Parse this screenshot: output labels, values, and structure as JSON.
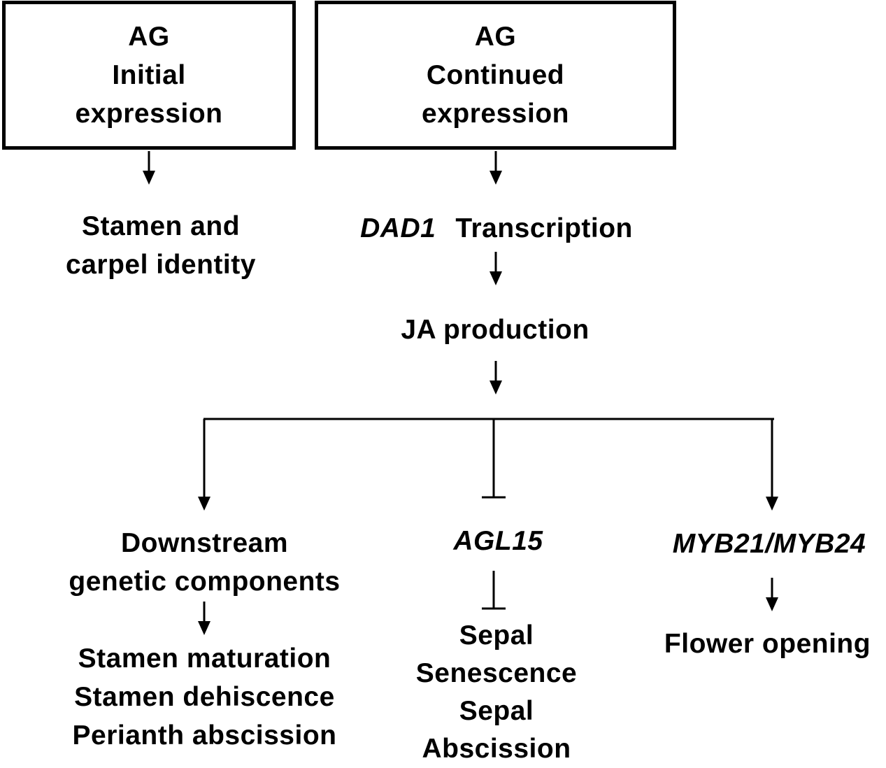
{
  "boxes": {
    "initial": {
      "lines": [
        "AG",
        "Initial",
        "expression"
      ]
    },
    "continued": {
      "lines": [
        "AG",
        "Continued",
        "expression"
      ]
    }
  },
  "nodes": {
    "stamen_carpel": {
      "lines": [
        "Stamen and",
        "carpel identity"
      ]
    },
    "dad1": {
      "gene": "DAD1",
      "text": "Transcription"
    },
    "ja": {
      "text": "JA production"
    },
    "downstream": {
      "lines": [
        "Downstream",
        "genetic components"
      ]
    },
    "agl15": {
      "text": "AGL15"
    },
    "myb": {
      "text": "MYB21/MYB24"
    },
    "stamen_outcomes": {
      "lines": [
        "Stamen maturation",
        "Stamen dehiscence",
        "Perianth abscission"
      ]
    },
    "sepal_outcomes": {
      "lines": [
        "Sepal",
        "Senescence",
        "Sepal",
        "Abscission"
      ]
    },
    "flower_opening": {
      "text": "Flower opening"
    }
  },
  "edges": [
    {
      "from": "initial",
      "to": "stamen_carpel",
      "type": "activation"
    },
    {
      "from": "continued",
      "to": "dad1",
      "type": "activation"
    },
    {
      "from": "dad1",
      "to": "ja",
      "type": "activation"
    },
    {
      "from": "ja",
      "to": "downstream",
      "type": "activation"
    },
    {
      "from": "ja",
      "to": "agl15",
      "type": "inhibition"
    },
    {
      "from": "ja",
      "to": "myb",
      "type": "activation"
    },
    {
      "from": "downstream",
      "to": "stamen_outcomes",
      "type": "activation"
    },
    {
      "from": "agl15",
      "to": "sepal_outcomes",
      "type": "inhibition"
    },
    {
      "from": "myb",
      "to": "flower_opening",
      "type": "activation"
    }
  ],
  "colors": {
    "ink": "#000000",
    "background": "#ffffff"
  }
}
